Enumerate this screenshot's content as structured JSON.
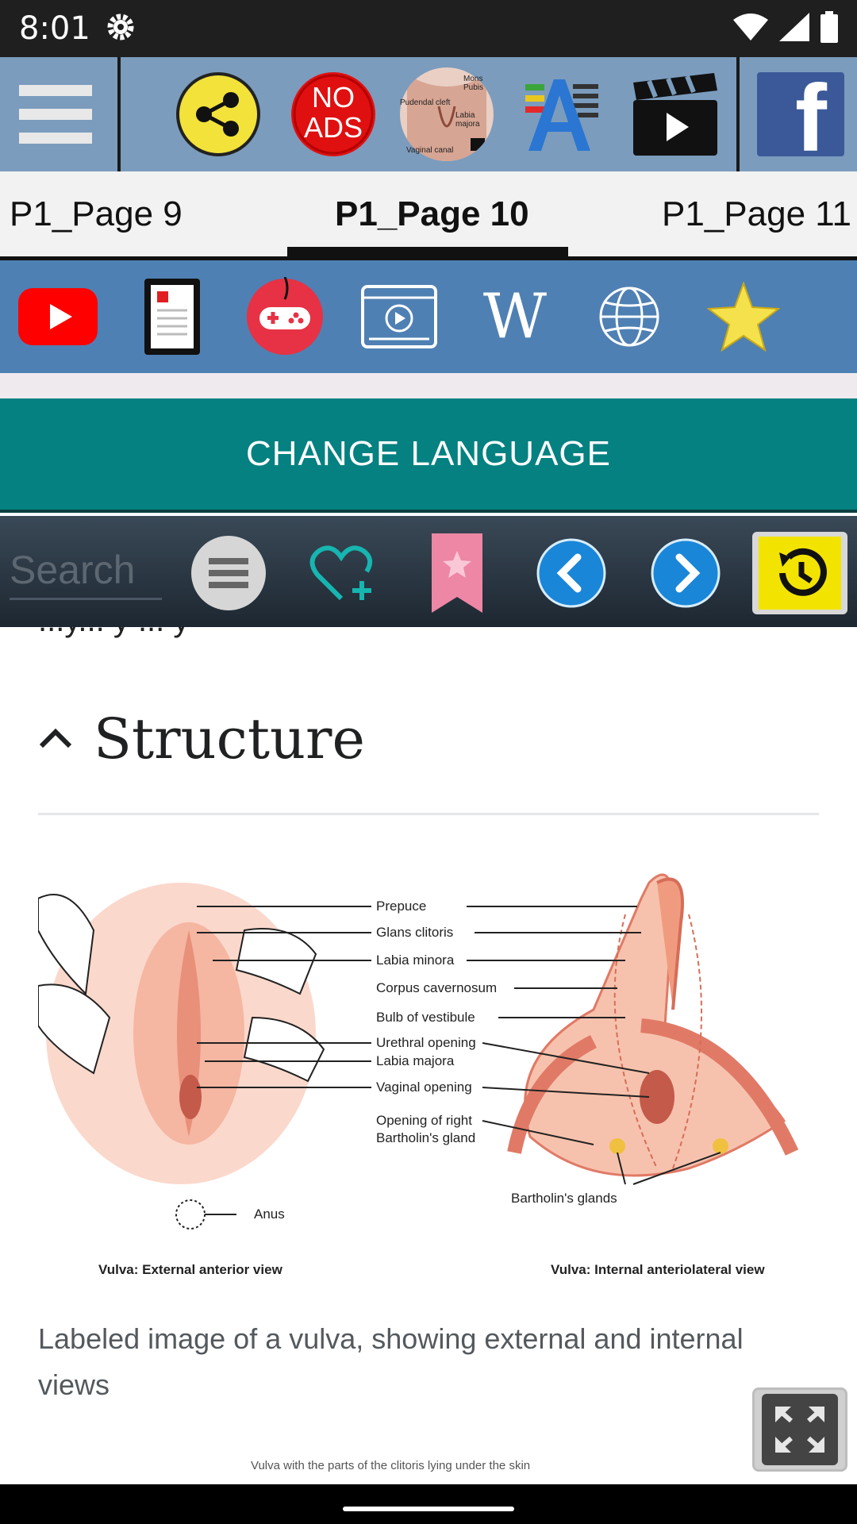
{
  "status": {
    "time": "8:01",
    "icons": [
      "gear-icon",
      "wifi-icon",
      "signal-icon",
      "battery-icon"
    ]
  },
  "toolbar": {
    "icons": [
      "menu-icon",
      "share-icon",
      "no-ads-icon",
      "thumbnail-icon",
      "font-size-icon",
      "video-clapper-icon",
      "facebook-icon"
    ],
    "no_ads_label": "NO ADS",
    "facebook_label": "f",
    "thumbnail_labels": [
      "Mons Pubis",
      "Pudendal cleft",
      "Labia majora",
      "Vaginal canal"
    ]
  },
  "tabs": [
    {
      "label": "P1_Page 9",
      "active": false
    },
    {
      "label": "P1_Page 10",
      "active": true
    },
    {
      "label": "P1_Page 11",
      "active": false
    }
  ],
  "icon_bar": {
    "icons": [
      "youtube-icon",
      "ebook-icon",
      "game-controller-icon",
      "video-player-icon",
      "wikipedia-icon",
      "globe-icon",
      "star-icon"
    ],
    "wikipedia_label": "W"
  },
  "change_language": {
    "label": "CHANGE LANGUAGE"
  },
  "search": {
    "placeholder": "Search",
    "icons": [
      "list-menu-icon",
      "heart-add-icon",
      "bookmark-icon",
      "back-arrow-icon",
      "forward-arrow-icon",
      "history-icon"
    ]
  },
  "article": {
    "cut_text": "...y... y ... y",
    "section_title": "Structure",
    "figure": {
      "labels": [
        "Prepuce",
        "Glans clitoris",
        "Labia minora",
        "Corpus cavernosum",
        "Bulb of vestibule",
        "Urethral opening",
        "Labia majora",
        "Vaginal opening",
        "Opening of right",
        "Bartholin's gland",
        "Anus",
        "Bartholin's glands"
      ],
      "left_caption": "Vulva: External anterior view",
      "right_caption": "Vulva: Internal anteriolateral view"
    },
    "caption": "Labeled image of a vulva, showing external and internal views",
    "figure2_caption": "Vulva with the parts of the clitoris lying under the skin"
  },
  "colors": {
    "top_bar": "#7b9cbd",
    "icon_bar": "#4f80b3",
    "change_language": "#058181",
    "search_bar": "#2b3742",
    "tissue": "#f3a389",
    "tissue_dark": "#e07a66"
  }
}
